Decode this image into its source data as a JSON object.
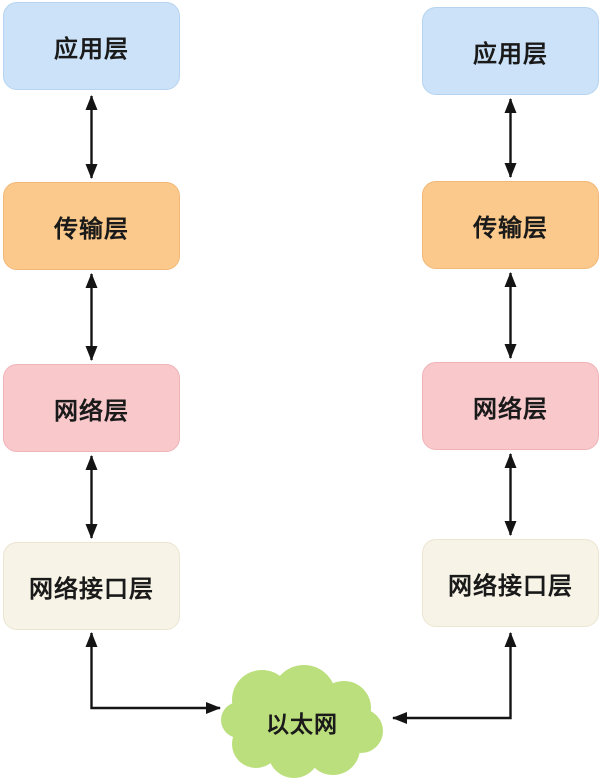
{
  "diagram": {
    "type": "network-stack-diagram",
    "background": "#ffffff",
    "arrow_color": "#141414",
    "text_color": "#1a1a1a",
    "stacks": [
      {
        "side": "left",
        "layers": [
          {
            "label": "应用层",
            "color": "#cbe2f9"
          },
          {
            "label": "传输层",
            "color": "#fbc98b"
          },
          {
            "label": "网络层",
            "color": "#f8c8cb"
          },
          {
            "label": "网络接口层",
            "color": "#f7f3e6"
          }
        ]
      },
      {
        "side": "right",
        "layers": [
          {
            "label": "应用层",
            "color": "#cbe2f9"
          },
          {
            "label": "传输层",
            "color": "#fbc98b"
          },
          {
            "label": "网络层",
            "color": "#f8c8cb"
          },
          {
            "label": "网络接口层",
            "color": "#f7f3e6"
          }
        ]
      }
    ],
    "cloud": {
      "label": "以太网",
      "color": "#bcdf7d"
    }
  }
}
